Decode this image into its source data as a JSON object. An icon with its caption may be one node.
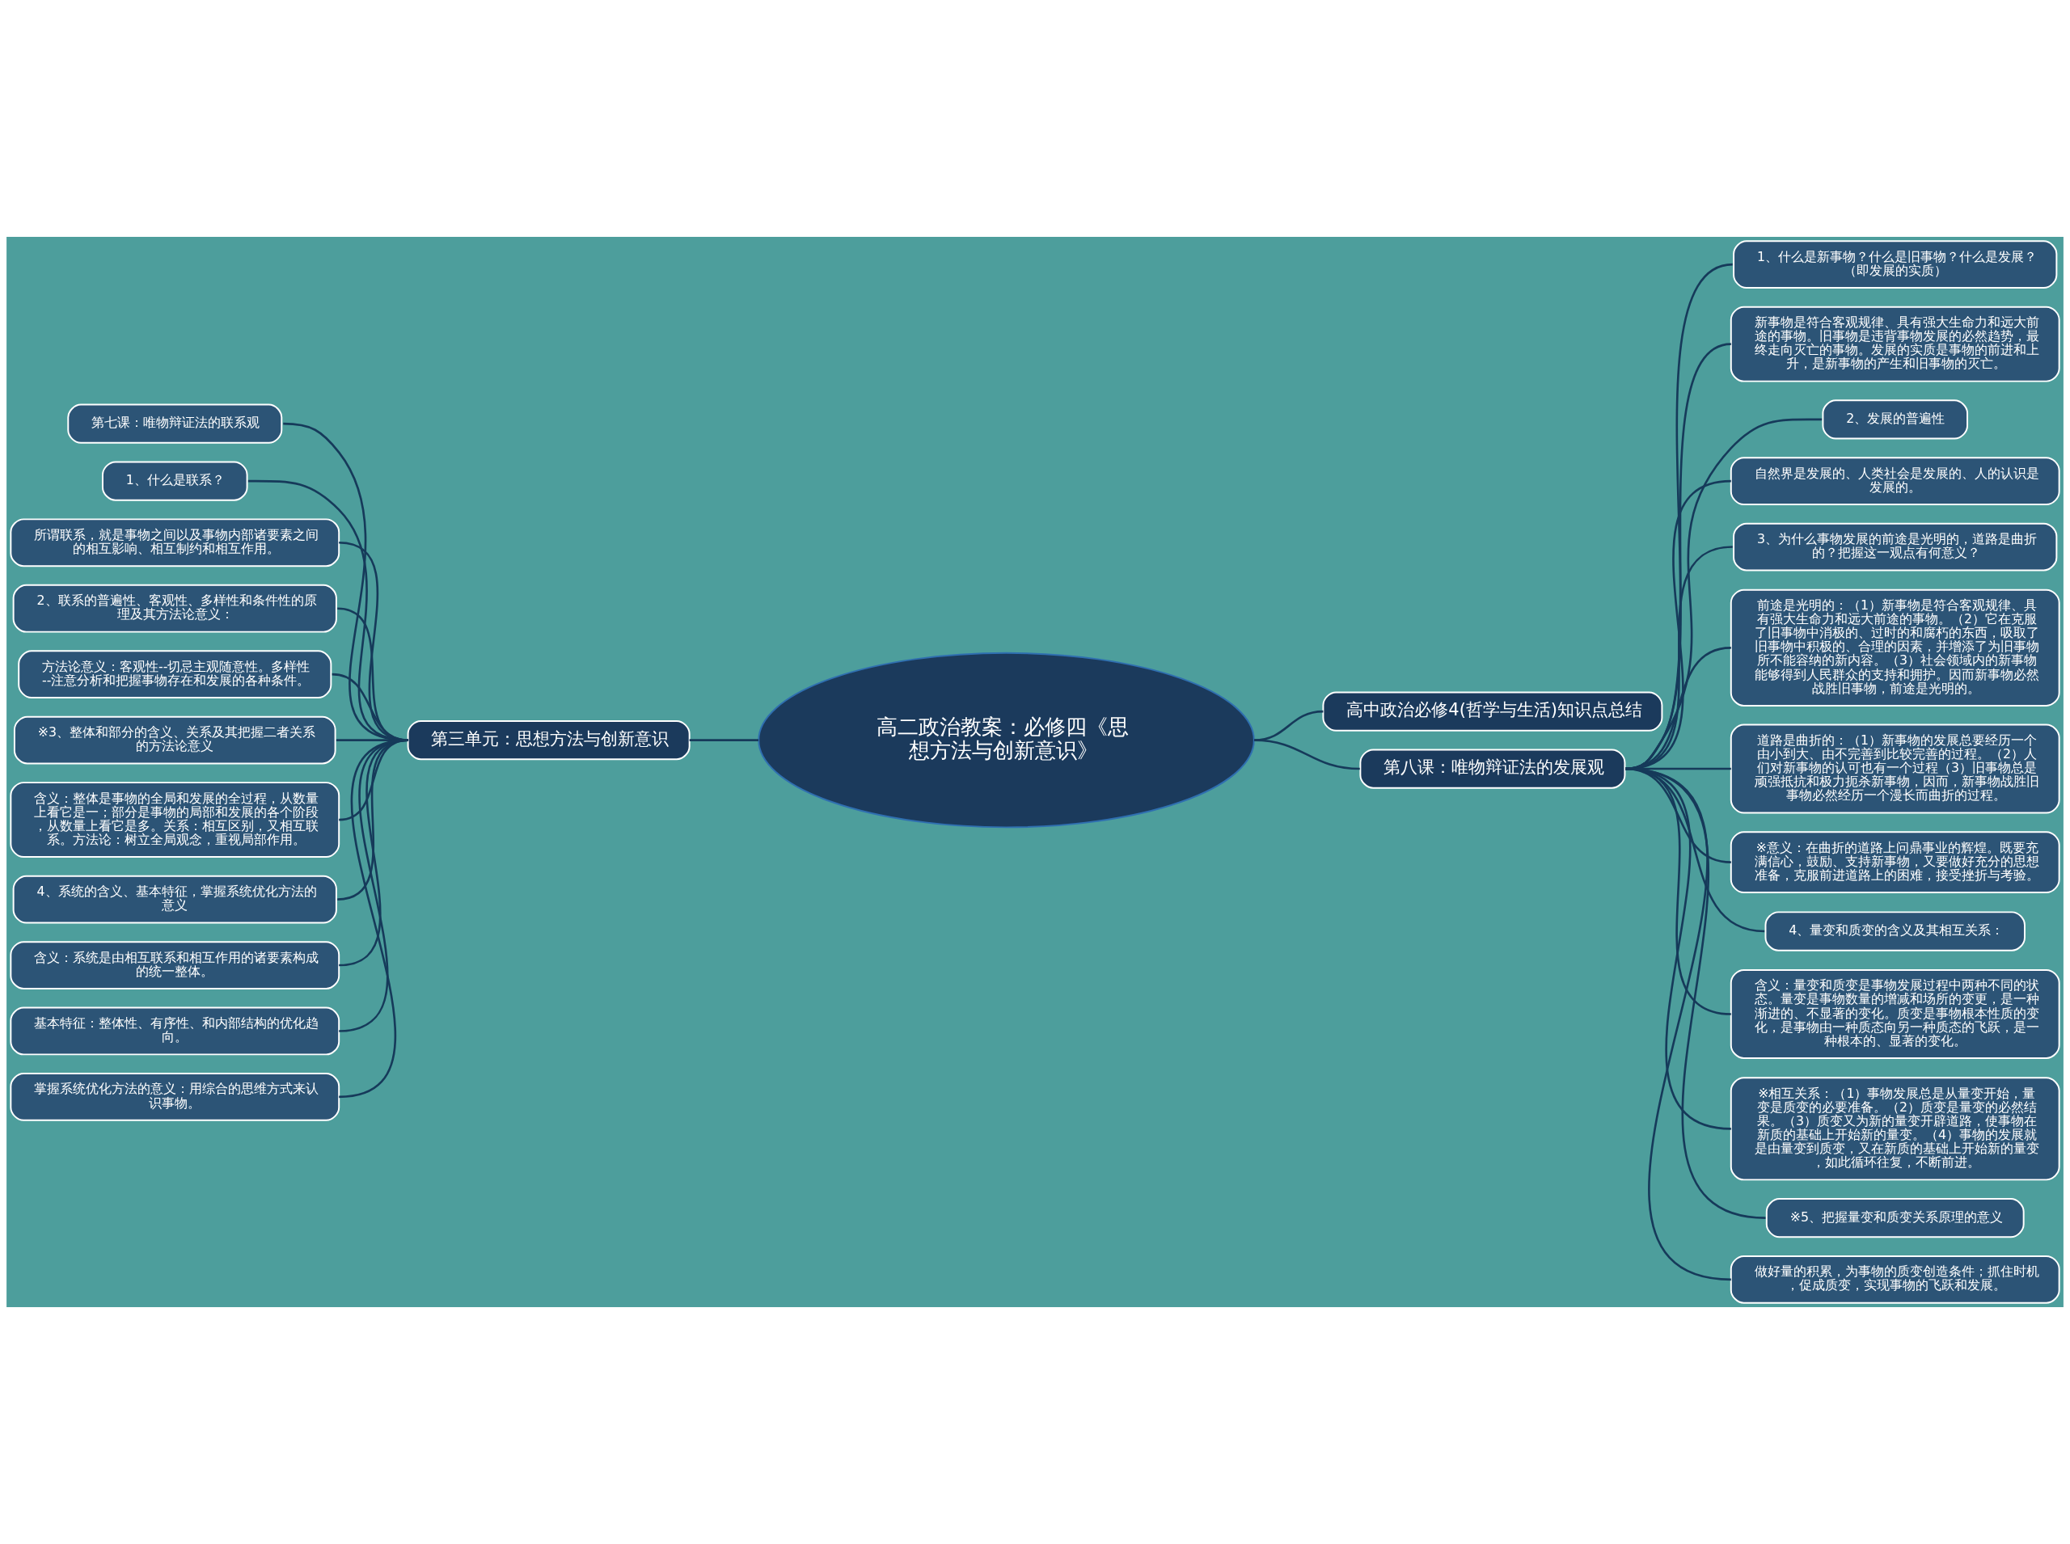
{
  "diagram": {
    "nodes": [
      {
        "text": [
          "高二政治教案：必修四《思想方法与创新意识》"
        ]
      },
      {
        "text": [
          "第三单元：思想方法与创新意识"
        ]
      },
      {
        "text": [
          "第七课：唯物辩证法的联系观"
        ]
      },
      {
        "text": [
          "1、什么是联系？"
        ]
      },
      {
        "text": [
          "所谓联系，就是事物之间以及事物内部诸要素之间的相互影响、相互制约和相互作用。"
        ]
      },
      {
        "text": [
          "2、联系的普遍性、客观性、多样性和条件性的原理及其方法论意义："
        ]
      },
      {
        "text": [
          "方法论意义：客观性--切忌主观随意性。多样性--注意分析和把握事物存在和发展的各种条件。"
        ]
      },
      {
        "text": [
          "※3、整体和部分的含义、关系及其把握二者关系的方法论意义"
        ]
      },
      {
        "text": [
          "含义：整体是事物的全局和发展的全过程，从数量上看它是一；部分是事物的局部和发展的各个阶段，从数量上看它是多。关系：相互区别，又相互联系。方法论：树立全局观念，重视局部作用。"
        ]
      },
      {
        "text": [
          "4、系统的含义、基本特征，掌握系统优化方法的意义"
        ]
      },
      {
        "text": [
          "含义：系统是由相互联系和相互作用的诸要素构成的统一整体。"
        ]
      },
      {
        "text": [
          "基本特征：整体性、有序性、和内部结构的优化趋向。"
        ]
      },
      {
        "text": [
          "掌握系统优化方法的意义：用综合的思维方式来认识事物。"
        ]
      },
      {
        "text": [
          "高中政治必修4(哲学与生活)知识点总结"
        ]
      },
      {
        "text": [
          "第八课：唯物辩证法的发展观"
        ]
      },
      {
        "text": [
          "1、什么是新事物？什么是旧事物？什么是发展？（即发展的实质）"
        ]
      },
      {
        "text": [
          "新事物是符合客观规律、具有强大生命力和远大前途的事物。旧事物是违背事物发展的必然趋势，最终走向灭亡的事物。发展的实质是事物的前进和上升，是新事物的产生和旧事物的灭亡。"
        ]
      },
      {
        "text": [
          "2、发展的普遍性"
        ]
      },
      {
        "text": [
          "自然界是发展的、人类社会是发展的、人的认识是发展的。"
        ]
      },
      {
        "text": [
          "3、为什么事物发展的前途是光明的，道路是曲折的？把握这一观点有何意义？"
        ]
      },
      {
        "text": [
          "前途是光明的：（1）新事物是符合客观规律、具有强大生命力和远大前途的事物。（2）它在克服了旧事物中消极的、过时的和腐朽的东西，吸取了旧事物中积极的、合理的因素，并增添了为旧事物所不能容纳的新内容。（3）社会领域内的新事物能够得到人民群众的支持和拥护。因而新事物必然战胜旧事物，前途是光明的。"
        ]
      },
      {
        "text": [
          "道路是曲折的：（1）新事物的发展总要经历一个由小到大、由不完善到比较完善的过程。（2）人们对新事物的认可也有一个过程（3）旧事物总是顽强抵抗和极力扼杀新事物，因而，新事物战胜旧事物必然经历一个漫长而曲折的过程。"
        ]
      },
      {
        "text": [
          "※意义：在曲折的道路上问鼎事业的辉煌。既要充满信心，鼓励、支持新事物，又要做好充分的思想准备，克服前进道路上的困难，接受挫折与考验。"
        ]
      },
      {
        "text": [
          "4、量变和质变的含义及其相互关系："
        ]
      },
      {
        "text": [
          "含义：量变和质变是事物发展过程中两种不同的状态。量变是事物数量的增减和场所的变更，是一种渐进的、不显著的变化。质变是事物根本性质的变化，是事物由一种质态向另一种质态的飞跃，是一种根本的、显著的变化。"
        ]
      },
      {
        "text": [
          "※相互关系：（1）事物发展总是从量变开始，量变是质变的必要准备。（2）质变是量变的必然结果。（3）质变又为新的量变开辟道路，使事物在新质的基础上开始新的量变。（4）事物的发展就是由量变到质变，又在新质的基础上开始新的量变，如此循环往复，不断前进。"
        ]
      },
      {
        "text": [
          "※5、把握量变和质变关系原理的意义"
        ]
      },
      {
        "text": [
          "做好量的积累，为事物的质变创造条件；抓住时机，促成质变，实现事物的飞跃和发展。"
        ]
      }
    ],
    "edges": [
      {
        "from": 0,
        "to": 1,
        "arrow": "none"
      },
      {
        "from": 1,
        "to": 2,
        "arrow": "none"
      },
      {
        "from": 1,
        "to": 3,
        "arrow": "none"
      },
      {
        "from": 1,
        "to": 4,
        "arrow": "none"
      },
      {
        "from": 1,
        "to": 5,
        "arrow": "none"
      },
      {
        "from": 1,
        "to": 6,
        "arrow": "none"
      },
      {
        "from": 1,
        "to": 7,
        "arrow": "none"
      },
      {
        "from": 1,
        "to": 8,
        "arrow": "none"
      },
      {
        "from": 1,
        "to": 9,
        "arrow": "none"
      },
      {
        "from": 1,
        "to": 10,
        "arrow": "none"
      },
      {
        "from": 1,
        "to": 11,
        "arrow": "none"
      },
      {
        "from": 1,
        "to": 12,
        "arrow": "none"
      },
      {
        "from": 0,
        "to": 13,
        "arrow": "none"
      },
      {
        "from": 0,
        "to": 14,
        "arrow": "none"
      },
      {
        "from": 14,
        "to": 15,
        "arrow": "none"
      },
      {
        "from": 14,
        "to": 16,
        "arrow": "none"
      },
      {
        "from": 14,
        "to": 17,
        "arrow": "none"
      },
      {
        "from": 14,
        "to": 18,
        "arrow": "none"
      },
      {
        "from": 14,
        "to": 19,
        "arrow": "none"
      },
      {
        "from": 14,
        "to": 20,
        "arrow": "none"
      },
      {
        "from": 14,
        "to": 21,
        "arrow": "none"
      },
      {
        "from": 14,
        "to": 22,
        "arrow": "none"
      },
      {
        "from": 14,
        "to": 23,
        "arrow": "none"
      },
      {
        "from": 14,
        "to": 24,
        "arrow": "none"
      },
      {
        "from": 14,
        "to": 25,
        "arrow": "none"
      },
      {
        "from": 14,
        "to": 26,
        "arrow": "none"
      },
      {
        "from": 14,
        "to": 27,
        "arrow": "none"
      }
    ]
  }
}
